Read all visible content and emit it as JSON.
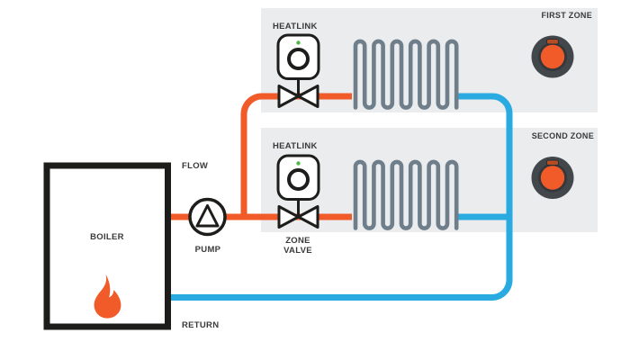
{
  "colors": {
    "orange": "#F15A29",
    "blue": "#29ABE2",
    "coil": "#6E7E8A",
    "panel": "#EBECEE",
    "ink": "#1D1D1B",
    "text": "#3A3A3C",
    "green": "#4FB848",
    "thermo_outer": "#42474B",
    "thermo_mid": "#34383B",
    "thermo_display": "#B54D24"
  },
  "icons": {
    "flame": "flame-icon",
    "pump": "pump-circle-triangle-icon",
    "zone_valve": "bowtie-valve-icon",
    "heatlink": "heatlink-box-icon",
    "thermostat": "round-thermostat-dial-icon",
    "radiator": "radiator-coil-icon"
  },
  "labels": {
    "flow": "FLOW",
    "pump": "PUMP",
    "boiler": "BOILER",
    "return": "RETURN",
    "zone_valve_line1": "ZONE",
    "zone_valve_line2": "VALVE"
  },
  "zones": [
    {
      "name": "FIRST ZONE",
      "heatlink": "HEATLINK"
    },
    {
      "name": "SECOND ZONE",
      "heatlink": "HEATLINK"
    }
  ]
}
